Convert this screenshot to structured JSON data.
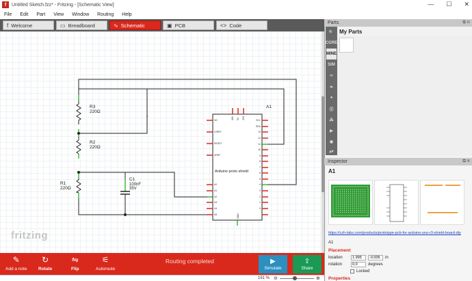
{
  "window": {
    "title": "Untitled Sketch.fzz* - Fritzing - [Schematic View]",
    "logo_letter": "f",
    "controls": [
      "—",
      "☐",
      "✕"
    ]
  },
  "menu": [
    "File",
    "Edit",
    "Part",
    "View",
    "Window",
    "Routing",
    "Help"
  ],
  "tabs": [
    {
      "label": "Welcome",
      "icon": "f"
    },
    {
      "label": "Breadboard",
      "icon": "▭"
    },
    {
      "label": "Schematic",
      "icon": "∿",
      "active": true
    },
    {
      "label": "PCB",
      "icon": "▣"
    },
    {
      "label": "Code",
      "icon": "<>"
    }
  ],
  "schematic": {
    "r3": {
      "ref": "R3",
      "value": "220Ω"
    },
    "r2": {
      "ref": "R2",
      "value": "220Ω"
    },
    "r1": {
      "ref": "R1",
      "value": "220Ω"
    },
    "c1": {
      "ref": "C1",
      "value": "100nF",
      "voltage": "35V"
    },
    "a1": {
      "ref": "A1",
      "label": "Arduino proto shield"
    },
    "pins_left": [
      "NC",
      "IOREF",
      "RESET",
      "AREF",
      "A0",
      "A1",
      "A2",
      "A3",
      "A4",
      "A5"
    ],
    "pins_right": [
      "SCL",
      "SDA",
      "13",
      "12",
      "11",
      "10",
      "9",
      "8",
      "7",
      "6",
      "5",
      "4",
      "3",
      "2",
      "1",
      "0"
    ],
    "pins_top": [
      "VIN",
      "5V",
      "3V3"
    ],
    "pin_bottom": "GND"
  },
  "brand": "fritzing",
  "bottom_bar": {
    "add_note": "Add a note",
    "rotate": "Rotate",
    "flip": "Flip",
    "autoroute": "Autoroute",
    "status": "Routing completed",
    "simulate": "Simulate",
    "share": "Share"
  },
  "status_bar": {
    "zoom": "191 %"
  },
  "parts_panel": {
    "header": "Parts",
    "title": "My Parts",
    "bins": [
      "search",
      "CORE",
      "MINE",
      "SIM",
      "contrib",
      "seeed",
      "sparkfun",
      "arduino",
      "adafruit",
      "intel",
      "up",
      "down"
    ]
  },
  "inspector": {
    "header": "Inspector",
    "name": "A1",
    "link": "https://czh-labs.com/products/prototype-pcb-for-arduino-uno-r3-shield-board-diy",
    "sub": "A1",
    "placement_label": "Placement",
    "location_label": "location",
    "location_x": "1.995",
    "location_y": "-0.005",
    "location_unit": "in",
    "rotation_label": "rotation",
    "rotation_value": "0.0",
    "rotation_unit": "degrees",
    "locked_label": "Locked",
    "properties_label": "Properties"
  },
  "colors": {
    "accent": "#d9291c",
    "simulate": "#2b8fbf",
    "share": "#1a9a54",
    "wire_green": "#3bbf3b"
  }
}
